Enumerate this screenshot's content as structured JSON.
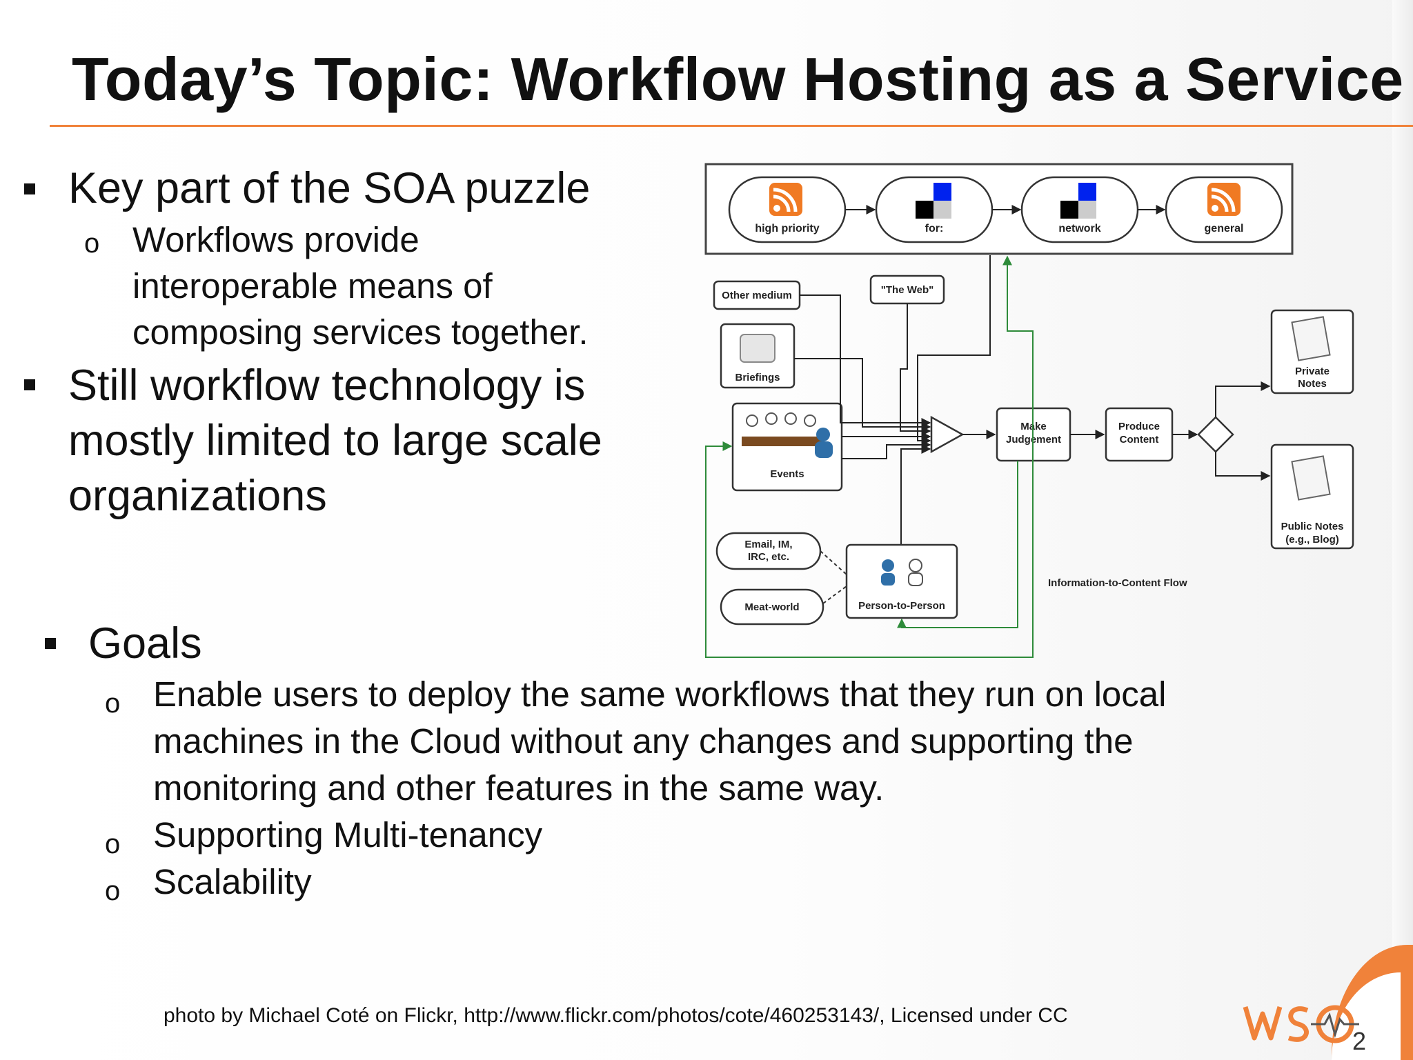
{
  "slide": {
    "title": "Today’s Topic: Workflow Hosting as a Service",
    "bullets": [
      {
        "text": "Key part of the SOA puzzle",
        "sub": [
          "Workflows provide",
          "interoperable means of",
          "composing services together."
        ]
      },
      {
        "lines": [
          "Still workflow technology is",
          "mostly limited to large scale",
          "organizations"
        ]
      }
    ],
    "goals": {
      "label": "Goals",
      "items": [
        {
          "lines": [
            "Enable users to deploy the same workflows that they run on local",
            "machines in the Cloud without any changes and supporting the",
            "monitoring and other features in the same way."
          ]
        },
        {
          "lines": [
            "Supporting Multi-tenancy"
          ]
        },
        {
          "lines": [
            "Scalability"
          ]
        }
      ]
    },
    "credit": "photo by Michael Coté on Flickr, http://www.flickr.com/photos/cote/460253143/, Licensed under CC",
    "logo_text": "WSO2",
    "accent_color": "#f0823a"
  },
  "diagram": {
    "top_nodes": [
      "high priority",
      "for:",
      "network",
      "general"
    ],
    "other_medium": "Other medium",
    "the_web": "\"The Web\"",
    "briefings": "Briefings",
    "events": "Events",
    "make_judgement": [
      "Make",
      "Judgement"
    ],
    "produce_content": [
      "Produce",
      "Content"
    ],
    "private_notes": [
      "Private",
      "Notes"
    ],
    "public_notes": [
      "Public Notes",
      "(e.g., Blog)"
    ],
    "email": [
      "Email, IM,",
      "IRC, etc."
    ],
    "meat_world": "Meat-world",
    "person_to_person": "Person-to-Person",
    "caption": "Information-to-Content Flow"
  }
}
